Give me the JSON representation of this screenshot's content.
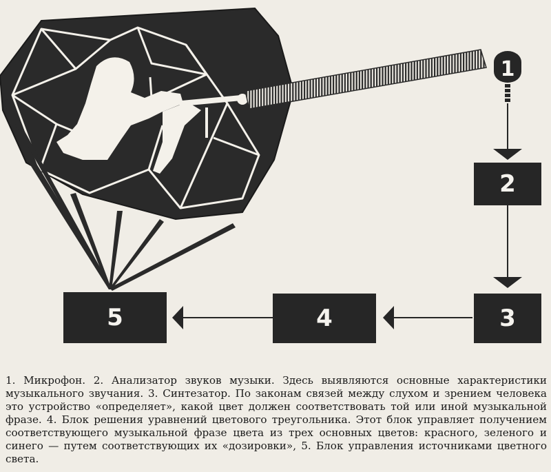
{
  "blocks": {
    "b1": "1",
    "b2": "2",
    "b3": "3",
    "b4": "4",
    "b5": "5"
  },
  "caption": "1. Микрофон. 2. Анализатор звуков музыки. Здесь выявляются основные характеристики музыкального звучания. 3. Синтезатор. По законам связей между слухом и зрением человека это устройство «определяет», какой цвет должен соответствовать той или иной музыкальной фразе. 4. Блок решения уравнений цветового треугольника. Этот блок управляет получением соответствующего музыкальной фразе цвета из трех основных цветов: красного, зеленого и синего — путем соответствующих их «дозировки», 5. Блок управления источниками цветного света.",
  "colors": {
    "block": "#262626",
    "ink": "#1a1a1a",
    "paper": "#f0ede6",
    "scene_background": "#2a2a2a",
    "light_lines": "#f4f1ea"
  }
}
